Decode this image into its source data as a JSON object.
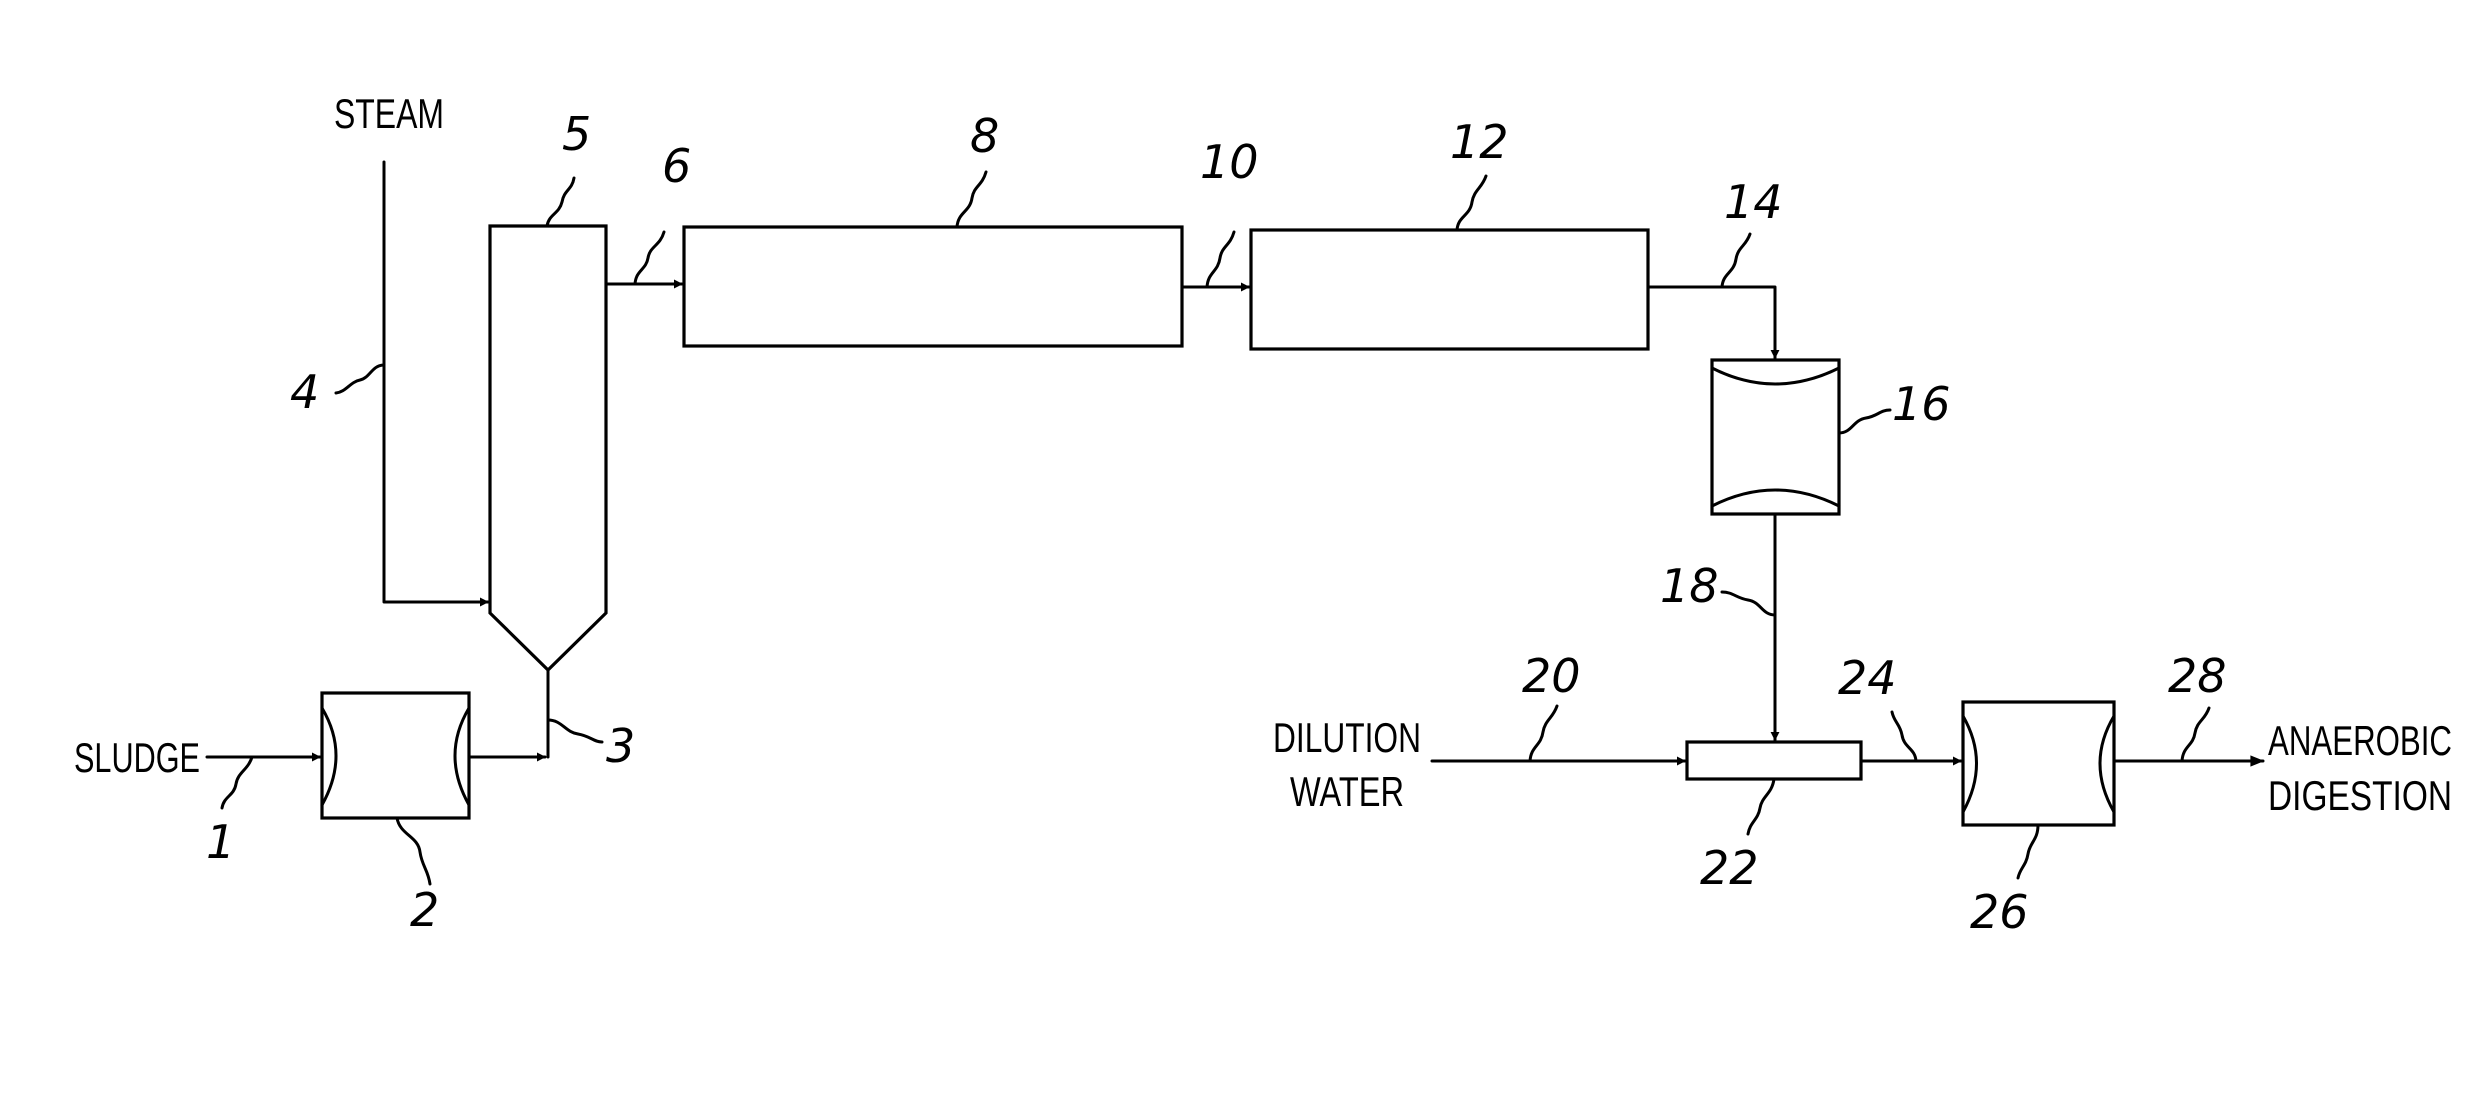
{
  "labels": {
    "steam": "STEAM",
    "sludge": "SLUDGE",
    "dilution_water_line1": "DILUTION",
    "dilution_water_line2": "WATER",
    "anaerobic_digestion_line1": "ANAEROBIC",
    "anaerobic_digestion_line2": "DIGESTION"
  },
  "refs": {
    "r1": "1",
    "r2": "2",
    "r3": "3",
    "r4": "4",
    "r5": "5",
    "r6": "6",
    "r8": "8",
    "r10": "10",
    "r12": "12",
    "r14": "14",
    "r16": "16",
    "r18": "18",
    "r20": "20",
    "r22": "22",
    "r24": "24",
    "r26": "26",
    "r28": "28"
  }
}
